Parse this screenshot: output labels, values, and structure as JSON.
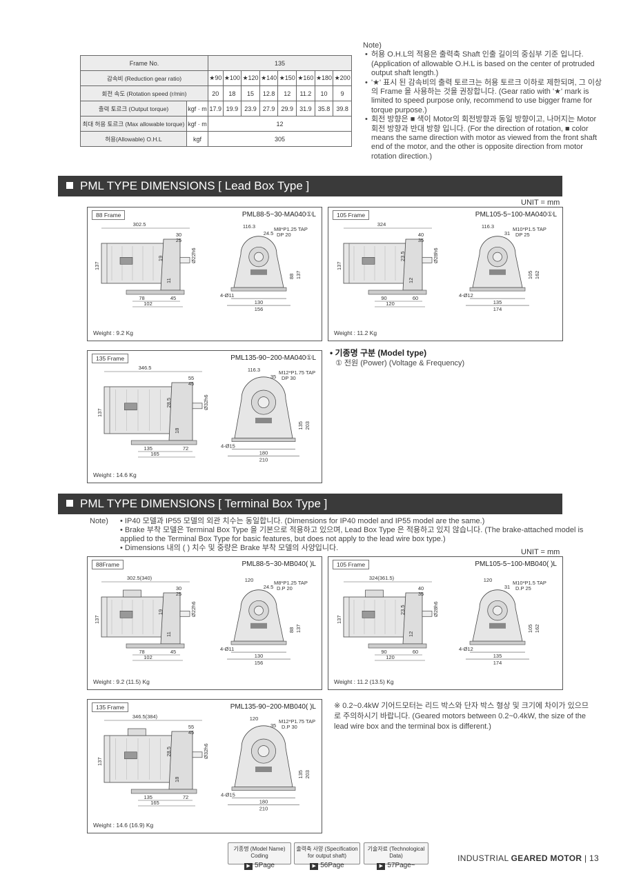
{
  "spec_table": {
    "frame_label": "Frame No.",
    "frame_value": "135",
    "ratio_label": "감속비 (Reduction gear ratio)",
    "ratios": [
      "★90",
      "★100",
      "★120",
      "★140",
      "★150",
      "★160",
      "★180",
      "★200"
    ],
    "speed_label": "회전 속도 (Rotation speed (r/min)",
    "speeds": [
      "20",
      "18",
      "15",
      "12.8",
      "12",
      "11.2",
      "10",
      "9"
    ],
    "torque_label": "출력 토르크 (Output torque)",
    "torque_unit": "kgf · m",
    "torques": [
      "17.9",
      "19.9",
      "23.9",
      "27.9",
      "29.9",
      "31.9",
      "35.8",
      "39.8"
    ],
    "max_torque_label": "최대 허용 토르크 (Max allowable torque)",
    "max_torque_unit": "kgf · m",
    "max_torque_value": "12",
    "ohl_label": "허용(Allowable) O.H.L",
    "ohl_unit": "kgf",
    "ohl_value": "305"
  },
  "note_top": {
    "title": "Note)",
    "items": [
      "허용 O.H.L의 적용은 출력축 Shaft 인출 길이의 중심부 기준 입니다. (Application of allowable O.H.L is based on the center of protruded output shaft length.)",
      "'★' 표시 된 감속비의 출력 토르크는 허용 토르크 이하로 제한되며, 그 이상의 Frame 을 사용하는 것을 권장합니다. (Gear ratio with '★' mark is limited to speed purpose only, recommend to use bigger frame for torque purpose.)",
      "회전 방향은 ■ 색이 Motor의 회전방향과 동일 방향이고, 나머지는 Motor 회전 방향과 반대 방향 입니다. (For the direction of rotation, ■ color means the same direction with motor as viewed from the front shaft end of the motor, and the other is opposite direction from motor rotation direction.)"
    ]
  },
  "section1": {
    "title": "PML TYPE DIMENSIONS [ Lead Box Type ]",
    "unit": "UNIT = mm",
    "panels": [
      {
        "frame": "88 Frame",
        "model": "PML88-5~30-MA040①L",
        "weight": "Weight : 9.2 Kg",
        "dims": {
          "len": "302.5",
          "d30": "30",
          "d25": "25",
          "h137": "137",
          "h19": "19",
          "h11": "11",
          "b78": "78",
          "b45": "45",
          "b102": "102",
          "shaft": "Ø22h6",
          "f116": "116.3",
          "f245": "24.5",
          "tap": "M8*P1.25 TAP",
          "dp": "DP 20",
          "h88": "88",
          "h137b": "137",
          "holes": "4-Ø11",
          "w130": "130",
          "w156": "156"
        }
      },
      {
        "frame": "105 Frame",
        "model": "PML105-5~100-MA040①L",
        "weight": "Weight : 11.2 Kg",
        "dims": {
          "len": "324",
          "d40": "40",
          "d35": "35",
          "h137": "137",
          "h235": "23.5",
          "h12": "12",
          "b90": "90",
          "b60": "60",
          "b120": "120",
          "shaft": "Ø28h6",
          "f116": "116.3",
          "f31": "31",
          "tap": "M10*P1.5 TAP",
          "dp": "DP 25",
          "h105": "105",
          "h162": "162",
          "holes": "4-Ø12",
          "w135": "135",
          "w174": "174"
        }
      },
      {
        "frame": "135 Frame",
        "model": "PML135-90~200-MA040①L",
        "weight": "Weight : 14.6 Kg",
        "dims": {
          "len": "346.5",
          "d55": "55",
          "d45": "45",
          "h137": "137",
          "h285": "28.5",
          "h18": "18",
          "b135": "135",
          "b72": "72",
          "b165": "165",
          "shaft": "Ø32h6",
          "f116": "116.3",
          "f35": "35",
          "tap": "M12*P1.75 TAP",
          "dp": "DP 30",
          "h135": "135",
          "h203": "203",
          "holes": "4-Ø15",
          "w180": "180",
          "w210": "210"
        }
      }
    ],
    "model_type_title": "기종명 구분 (Model type)",
    "model_type_item": "① 전원 (Power) (Voltage & Frequency)"
  },
  "section2": {
    "title": "PML TYPE DIMENSIONS [ Terminal Box Type ]",
    "unit": "UNIT = mm",
    "note_label": "Note)",
    "notes": [
      "IP40 모델과 IP55 모델의 외관 치수는 동일합니다. (Dimensions for IP40 model and IP55 model are the same.)",
      "Brake 부착 모델은 Terminal Box Type 을 기본으로 적용하고 있으며, Lead Box Type 은 적용하고 있지 않습니다. (The brake-attached model is applied to the Terminal Box Type for basic features, but does not apply to the lead wire box type.)",
      "Dimensions 내의 ( ) 치수 및 중량은 Brake 부착 모델의 사양입니다."
    ],
    "panels": [
      {
        "frame": "88Frame",
        "model": "PML88-5~30-MB040( )L",
        "weight": "Weight : 9.2 (11.5) Kg",
        "dims": {
          "len": "302.5(340)",
          "d30": "30",
          "d25": "25",
          "h137": "137",
          "h19": "19",
          "h11": "11",
          "b78": "78",
          "b45": "45",
          "b102": "102",
          "shaft": "Ø22h6",
          "f120": "120",
          "f245": "24.5",
          "tap": "M8*P1.25 TAP",
          "dp": "D.P 20",
          "h88": "88",
          "h137b": "137",
          "holes": "4-Ø11",
          "w130": "130",
          "w156": "156"
        }
      },
      {
        "frame": "105 Frame",
        "model": "PML105-5~100-MB040( )L",
        "weight": "Weight : 11.2 (13.5) Kg",
        "dims": {
          "len": "324(361.5)",
          "d40": "40",
          "d35": "35",
          "h137": "137",
          "h235": "23.5",
          "h12": "12",
          "b90": "90",
          "b60": "60",
          "b120": "120",
          "shaft": "Ø28h6",
          "f120": "120",
          "f31": "31",
          "tap": "M10*P1.5 TAP",
          "dp": "D.P 25",
          "h105": "105",
          "h162": "162",
          "holes": "4-Ø12",
          "w135": "135",
          "w174": "174"
        }
      },
      {
        "frame": "135 Frame",
        "model": "PML135-90~200-MB040( )L",
        "weight": "Weight : 14.6 (16.9) Kg",
        "dims": {
          "len": "346.5(384)",
          "d55": "55",
          "d45": "45",
          "h137": "137",
          "h285": "28.5",
          "h18": "18",
          "b135": "135",
          "b72": "72",
          "b165": "165",
          "shaft": "Ø32h6",
          "f120": "120",
          "f35": "35",
          "tap": "M12*P1.75 TAP",
          "dp": "D.P 30",
          "h135": "135",
          "h203": "203",
          "holes": "4-Ø15",
          "w180": "180",
          "w210": "210"
        }
      }
    ],
    "side_note": "※ 0.2~0.4kW 기어드모터는 리드 박스와 단자 박스 형상 및 크기에 차이가 있으므로 주의하시기 바랍니다. (Geared motors between 0.2~0.4kW, the size of the lead wire box and the terminal box is different.)"
  },
  "footer": {
    "buttons": [
      {
        "label": "기종명 (Model Name) Coding",
        "page": "5Page"
      },
      {
        "label": "출력축 사양 (Specification for output shaft)",
        "page": "56Page"
      },
      {
        "label": "기술자료 (Technological Data)",
        "page": "57Page~"
      }
    ],
    "brand_prefix": "INDUSTRIAL",
    "brand_bold": "GEARED MOTOR",
    "page_number": "13"
  },
  "colors": {
    "section_bar": "#3a3a3a",
    "motor_fill": "#e8e8e8",
    "dim_line": "#555555"
  }
}
